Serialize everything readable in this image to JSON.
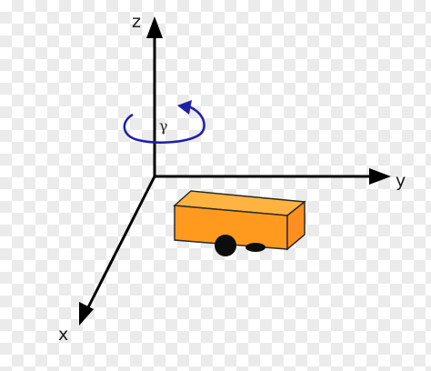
{
  "labels": {
    "z_axis": "z",
    "y_axis": "y",
    "x_axis": "x",
    "rotation_angle": "γ"
  },
  "colors": {
    "axis": "#000000",
    "rotation_arrow": "#1f1fa8",
    "vehicle_front": "#ff9a1f",
    "vehicle_top": "#ffb340",
    "vehicle_side": "#ff9020",
    "vehicle_outline": "#2a2a2a",
    "wheel": "#0d0d0d",
    "background_checker": "#ebebeb"
  },
  "icons": {
    "vehicle": "vehicle-icon",
    "rotation": "rotation-arrow-icon"
  }
}
